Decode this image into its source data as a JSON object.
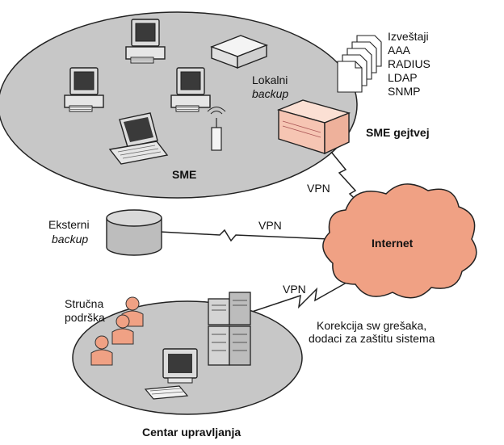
{
  "labels": {
    "sme": "SME",
    "local_backup_line1": "Lokalni",
    "local_backup_line2": "backup",
    "reports": [
      "Izveštaji",
      "AAA",
      "RADIUS",
      "LDAP",
      "SNMP"
    ],
    "sme_gateway": "SME gejtvej",
    "vpn_gateway": "VPN",
    "vpn_backup": "VPN",
    "vpn_center": "VPN",
    "internet": "Internet",
    "external_backup_line1": "Eksterni",
    "external_backup_line2": "backup",
    "support_line1": "Stručna",
    "support_line2": "podrška",
    "fixes_line1": "Korekcija sw grešaka,",
    "fixes_line2": "dodaci za zaštitu sistema",
    "control_center": "Centar upravljanja"
  },
  "colors": {
    "ellipse_fill": "#c7c7c7",
    "cloud_fill": "#f0a184",
    "person_fill": "#f0a184",
    "gateway_fill": "#f6c5b3",
    "outline": "#222222"
  },
  "icons": [
    "desktop-computer-icon",
    "laptop-icon",
    "antenna-icon",
    "backup-box-icon",
    "documents-stack-icon",
    "gateway-router-icon",
    "database-cylinder-icon",
    "cloud-icon",
    "server-rack-icon",
    "monitor-icon",
    "person-icon"
  ]
}
